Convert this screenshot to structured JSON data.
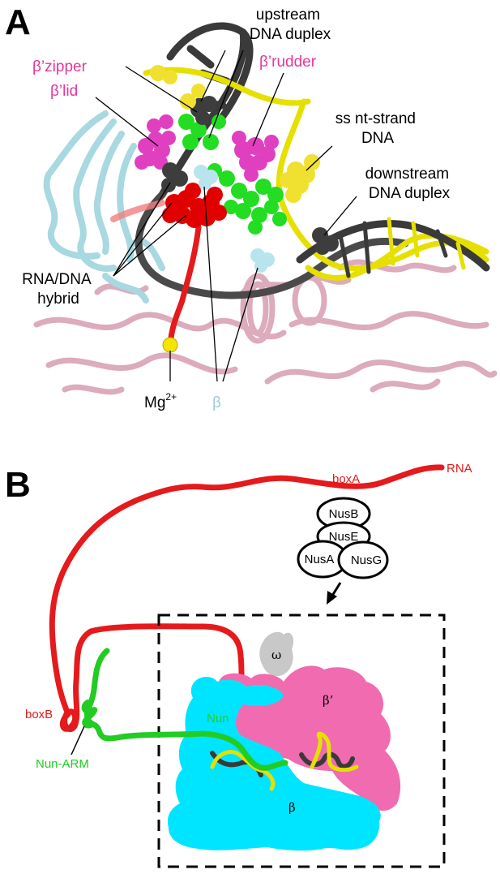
{
  "panel_a": {
    "letter": "A",
    "labels": {
      "upstream": [
        "upstream",
        "DNA duplex"
      ],
      "zipper": "β’zipper",
      "lid": "β’lid",
      "rudder": "β’rudder",
      "ss_nt": [
        "ss nt-strand",
        "DNA"
      ],
      "downstream": [
        "downstream",
        "DNA duplex"
      ],
      "hybrid": [
        "RNA/DNA",
        "hybrid"
      ],
      "mg": "Mg",
      "mg_sup": "2+",
      "beta": "β"
    }
  },
  "panel_b": {
    "letter": "B",
    "labels": {
      "rna": "RNA",
      "boxa": "boxA",
      "boxb": "boxB",
      "nusb": "NusB",
      "nuse": "NusE",
      "nusa": "NusA",
      "nusg": "NusG",
      "omega": "ω",
      "beta_prime": "β’",
      "nun": "Nun",
      "nun_arm": "Nun-ARM",
      "beta": "β"
    }
  },
  "colors": {
    "magenta": "#e8359b",
    "black_label": "#000000",
    "red": "#e41a1c",
    "green": "#22cc22",
    "light_blue": "#9ecbd6",
    "cyan": "#00e5ff",
    "pink": "#f06bb0",
    "yellow": "#e6e000",
    "grey": "#c0c0c0",
    "dark_grey": "#3a3a3a"
  }
}
